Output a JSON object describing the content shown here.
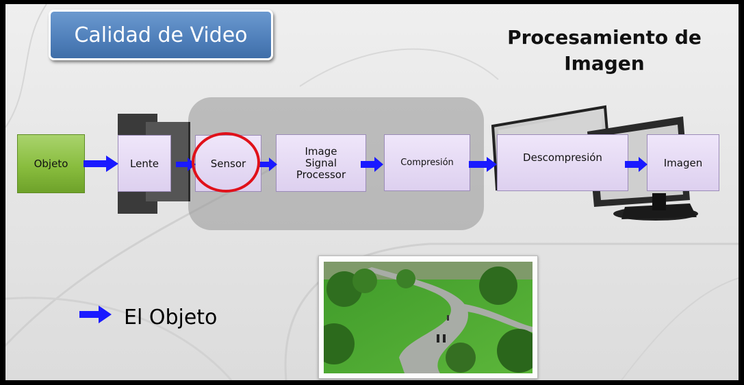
{
  "title": "Calidad de Video",
  "heading": "Procesamiento de Imagen",
  "pipeline": {
    "objeto": "Objeto",
    "lente": "Lente",
    "sensor": "Sensor",
    "isp_line1": "Image",
    "isp_line2": "Signal",
    "isp_line3": "Processor",
    "compresion": "Compresión",
    "descompresion": "Descompresión",
    "imagen": "Imagen"
  },
  "legend": {
    "label": "El Objeto"
  },
  "colors": {
    "arrow": "#1a1aff",
    "title_box": "#4f7fba",
    "objeto_node": "#89bd3e",
    "process_node": "#ddd0ef",
    "highlight_circle": "#e0111a"
  }
}
